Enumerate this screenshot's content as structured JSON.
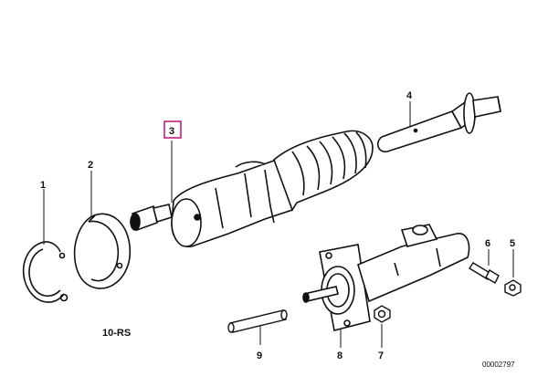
{
  "callouts": {
    "p1": "1",
    "p2": "2",
    "p3": "3",
    "p4": "4",
    "p5": "5",
    "p6": "6",
    "p7": "7",
    "p8": "8",
    "p9": "9"
  },
  "group_code": "10-RS",
  "diagram_number": "00002797",
  "colors": {
    "line": "#111111",
    "highlight_box": "#c0227a"
  }
}
